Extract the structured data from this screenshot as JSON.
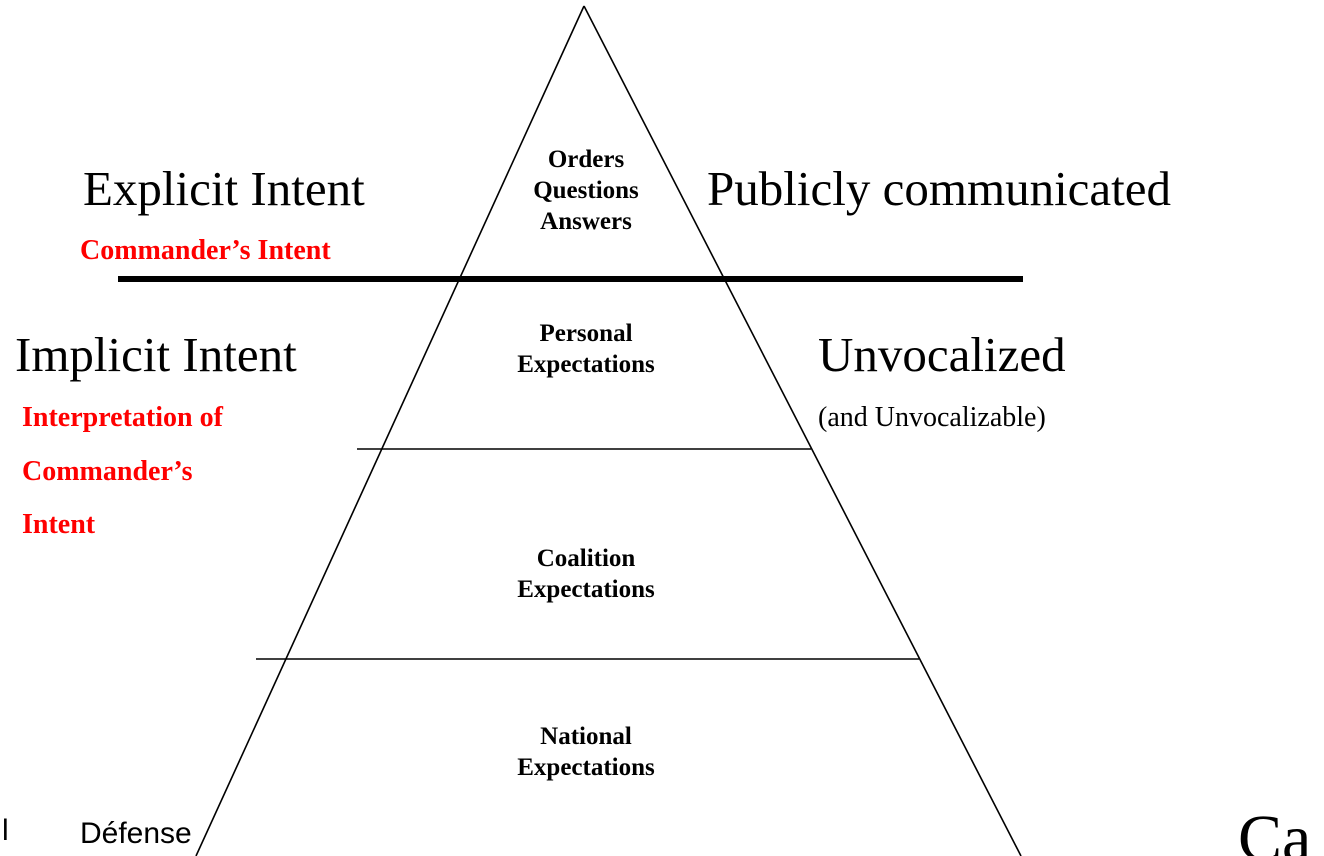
{
  "diagram": {
    "left_labels": {
      "explicit_title": "Explicit Intent",
      "explicit_subtitle": "Commander’s Intent",
      "implicit_title": "Implicit Intent",
      "implicit_subtitle_lines": [
        "Interpretation of",
        "Commander’s",
        "Intent"
      ]
    },
    "right_labels": {
      "public_title": "Publicly communicated",
      "unvocalized_title": "Unvocalized",
      "unvocalized_subtitle": "(and Unvocalizable)"
    },
    "tiers": [
      {
        "lines": [
          "Orders",
          "Questions",
          "Answers"
        ]
      },
      {
        "lines": [
          "Personal",
          "Expectations"
        ]
      },
      {
        "lines": [
          "Coalition",
          "Expectations"
        ]
      },
      {
        "lines": [
          "National",
          "Expectations"
        ]
      }
    ],
    "colors": {
      "line": "#000000",
      "accent": "#ff0000",
      "background": "#ffffff"
    }
  },
  "footer": {
    "left_text": "Défense",
    "left_edge_text": "l",
    "right_logo_fragment": "Ca"
  }
}
